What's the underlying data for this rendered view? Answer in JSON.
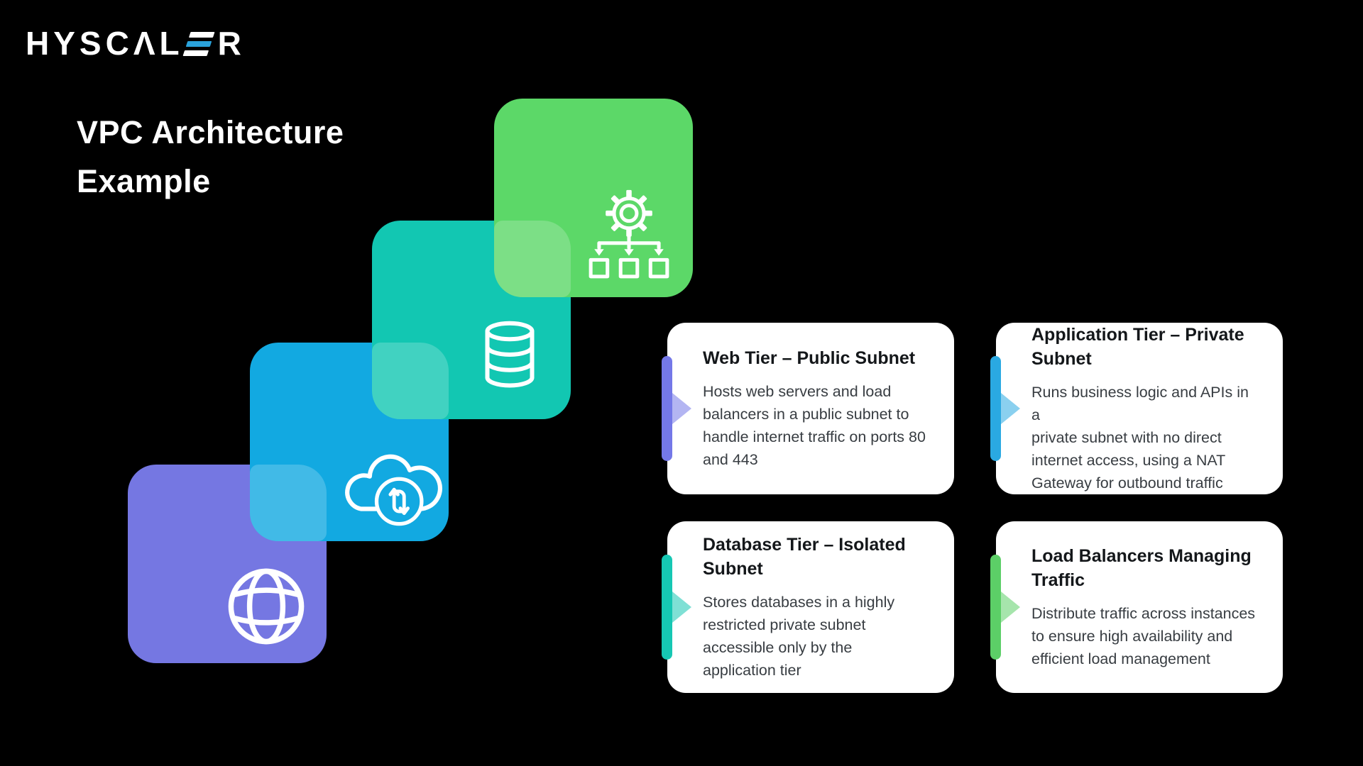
{
  "background": "#000000",
  "logo": {
    "text_start": "HYSC",
    "text_lambda": "Λ",
    "text_mid": "L",
    "text_end": "R",
    "bar_color": "#FFFFFF",
    "accent": "#2AA3DC"
  },
  "title": {
    "line1": "VPC Architecture",
    "line2": "Example",
    "color": "#FFFFFF"
  },
  "diagram": {
    "overlap_highlight": "rgba(255,255,255,0.2)",
    "squares": [
      {
        "name": "internet-gateway-square",
        "icon": "globe-icon",
        "color": "#7577E2"
      },
      {
        "name": "web-tier-square",
        "icon": "cloud-transfer-icon",
        "color": "#12A9E1"
      },
      {
        "name": "database-tier-square",
        "icon": "database-icon",
        "color": "#12C7B2"
      },
      {
        "name": "load-balancer-square",
        "icon": "gear-distribution-icon",
        "color": "#5CD868"
      }
    ]
  },
  "cards": [
    {
      "title": "Web Tier – Public Subnet",
      "body": "Hosts web servers and load\nbalancers in a public subnet to\nhandle internet traffic on ports 80\nand 443",
      "accent": "#7478E8"
    },
    {
      "title": "Application Tier – Private\nSubnet",
      "body": "Runs business logic and APIs in a\nprivate subnet with no direct\ninternet access, using a NAT\nGateway for outbound traffic",
      "accent": "#2AA9E2"
    },
    {
      "title": "Database Tier – Isolated\nSubnet",
      "body": "Stores databases in a highly\nrestricted private subnet\naccessible only by the\napplication tier",
      "accent": "#16C7B3"
    },
    {
      "title": "Load Balancers Managing\nTraffic",
      "body": "Distribute traffic across instances\nto ensure high availability and\nefficient load management",
      "accent": "#5CCF67"
    }
  ]
}
